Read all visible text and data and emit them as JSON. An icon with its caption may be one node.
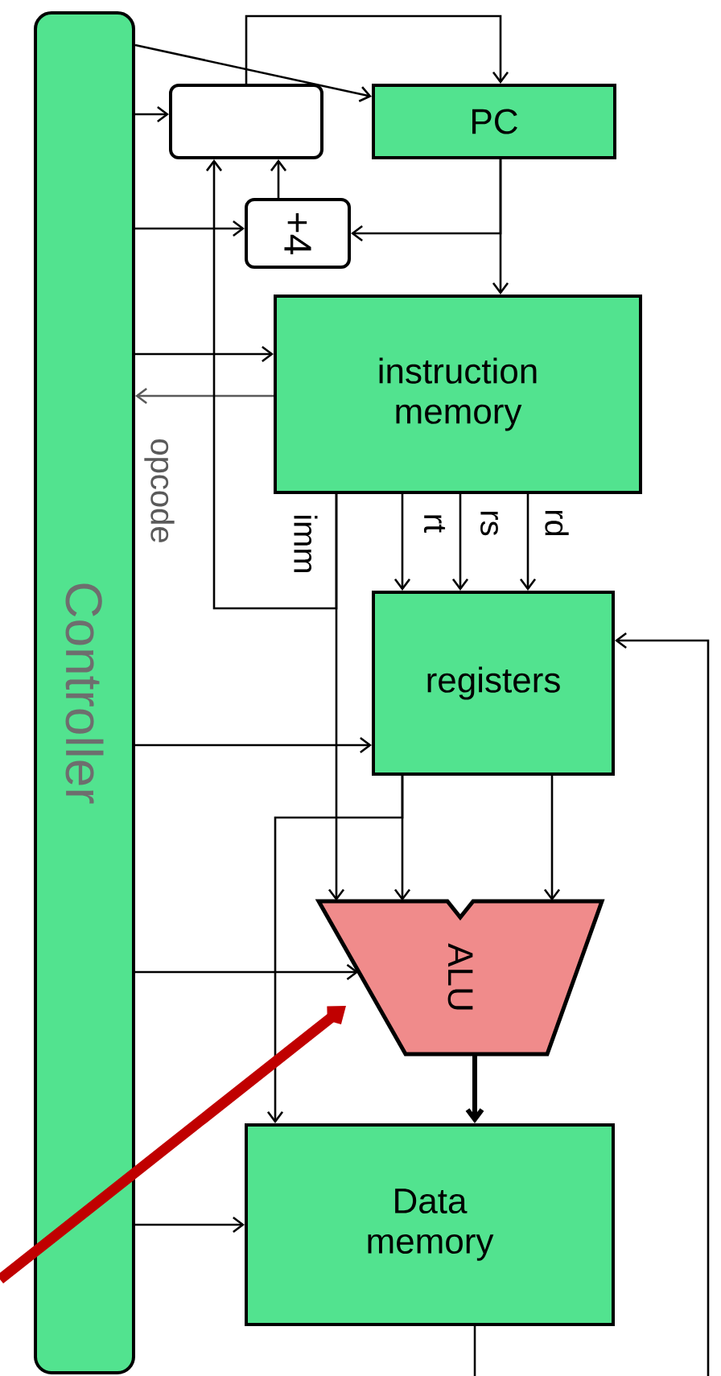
{
  "diagram": {
    "nodes": [
      {
        "text": [
          "Controller"
        ]
      },
      {
        "text": [],
        "shape": "box"
      },
      {
        "text": [
          "PC"
        ]
      },
      {
        "text": [
          "+4"
        ]
      },
      {
        "text": [
          "instruction memory"
        ]
      },
      {
        "text": [
          "registers"
        ]
      },
      {
        "text": [
          "ALU"
        ]
      },
      {
        "text": [
          "Data memory"
        ]
      }
    ],
    "edges": [
      {
        "from": 0,
        "to": 2,
        "arrow": "to"
      },
      {
        "from": 1,
        "to": 2,
        "arrow": "to"
      },
      {
        "from": 0,
        "to": 1,
        "arrow": "to"
      },
      {
        "from": 3,
        "to": 1,
        "arrow": "to"
      },
      {
        "from": 2,
        "to": 3,
        "arrow": "to"
      },
      {
        "from": 2,
        "to": 4,
        "arrow": "to"
      },
      {
        "from": 0,
        "to": 3,
        "arrow": "to"
      },
      {
        "from": 0,
        "to": 4,
        "arrow": "to"
      },
      {
        "from": 4,
        "to": 0,
        "arrow": "to",
        "label": "opcode",
        "color": "#5a5a5a"
      },
      {
        "from": 4,
        "to": 6,
        "arrow": "to",
        "label": "imm"
      },
      {
        "from": 4,
        "to": 1,
        "arrow": "to"
      },
      {
        "from": 4,
        "to": 5,
        "arrow": "to",
        "label": "rt"
      },
      {
        "from": 4,
        "to": 5,
        "arrow": "to",
        "label": "rs"
      },
      {
        "from": 4,
        "to": 5,
        "arrow": "to",
        "label": "rd"
      },
      {
        "from": 0,
        "to": 5,
        "arrow": "to"
      },
      {
        "from": 5,
        "to": 6,
        "arrow": "to"
      },
      {
        "from": 5,
        "to": 7,
        "arrow": "to"
      },
      {
        "from": 5,
        "to": 6,
        "arrow": "to"
      },
      {
        "from": 0,
        "to": 6,
        "arrow": "to"
      },
      {
        "from": 6,
        "to": 7,
        "arrow": "to",
        "style": "thick"
      },
      {
        "from": 0,
        "to": 7,
        "arrow": "to"
      },
      {
        "from": 7,
        "to": null,
        "arrow": "none"
      },
      {
        "from": null,
        "to": 5,
        "arrow": "to"
      },
      {
        "from": null,
        "to": 6,
        "arrow": "to",
        "style": "thick",
        "color": "#c00000"
      }
    ]
  }
}
